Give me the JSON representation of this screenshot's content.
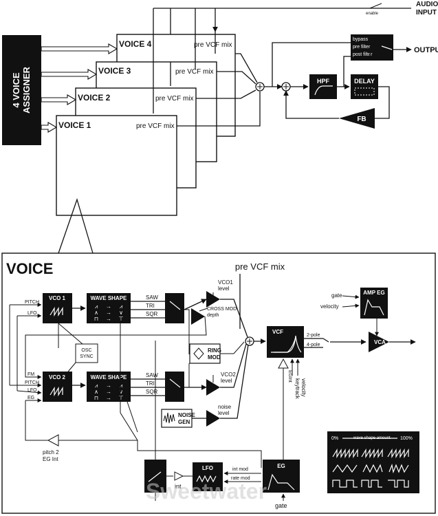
{
  "top": {
    "audio_input": [
      "AUDIO",
      "INPUT"
    ],
    "enable": "enable",
    "output": "OUTPUT",
    "assigner": [
      "4 VOICE",
      "ASSIGNER"
    ],
    "voices": [
      "VOICE 4",
      "VOICE 3",
      "VOICE 2",
      "VOICE 1"
    ],
    "pre_vcf_mix": "pre VCF mix",
    "switch_options": [
      "bypass",
      "pre filter",
      "post filter"
    ],
    "hpf": "HPF",
    "delay": "DELAY",
    "fb": "FB"
  },
  "voice": {
    "title": "VOICE",
    "pre_vcf_mix": "pre VCF mix",
    "inputs_vco1": [
      "PITCH",
      "LFO"
    ],
    "inputs_vco2": [
      "FM",
      "PITCH",
      "LFO",
      "EG"
    ],
    "vco1": "VCO 1",
    "vco2": "VCO 2",
    "wave_shape": "WAVE SHAPE",
    "waves": [
      "SAW",
      "TRI",
      "SQR"
    ],
    "osc_sync": [
      "OSC",
      "SYNC"
    ],
    "vco1_level": [
      "VCO1",
      "level"
    ],
    "cross_mod": [
      "CROSS MOD",
      "depth"
    ],
    "ring_mod": [
      "RING",
      "MOD"
    ],
    "vco2_level": [
      "VCO2",
      "level"
    ],
    "noise_gen": [
      "NOISE",
      "GEN"
    ],
    "noise_level": [
      "noise",
      "level"
    ],
    "vcf": "VCF",
    "two_pole": "2-pole",
    "four_pole": "4-pole",
    "eg_int": [
      "EG",
      "Int"
    ],
    "keytrack": "keytrack",
    "velocity_v": "velocity",
    "gate": "gate",
    "velocity": "velocity",
    "amp_eg": "AMP EG",
    "vca": "VCA",
    "pitch2": [
      "pitch 2",
      "EG Int"
    ],
    "lfo": "LFO",
    "eg": "EG",
    "int_mod": "int mod",
    "rate_mod": "rate mod",
    "int": "int",
    "gate_bottom": "gate",
    "legend": {
      "left": "0%",
      "title": "wave shape amount",
      "right": "100%"
    },
    "watermark": "Sweetwater"
  }
}
